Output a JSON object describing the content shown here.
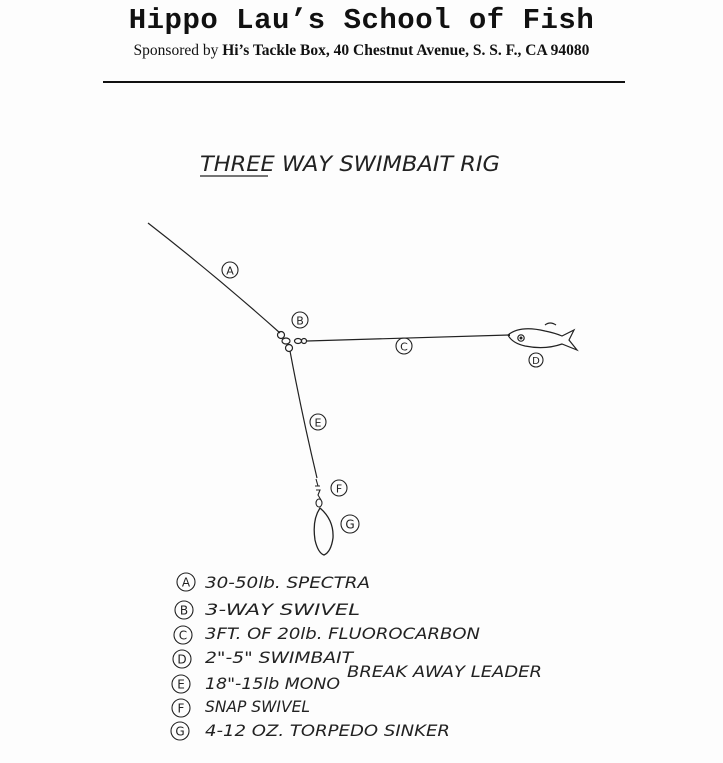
{
  "header": {
    "title": "Hippo Lau’s School of Fish",
    "sponsor_prefix": "Sponsored by ",
    "sponsor_bold": "Hi’s Tackle Box, 40 Chestnut Avenue, S. S. F., CA 94080"
  },
  "diagram": {
    "title": "THREE WAY SWIMBAIT RIG",
    "callouts": {
      "a": "A",
      "b": "B",
      "c": "C",
      "d": "D",
      "e": "E",
      "f": "F",
      "g": "G"
    }
  },
  "legend": [
    {
      "key": "A",
      "text": "30-50lb. SPECTRA"
    },
    {
      "key": "B",
      "text": "3-WAY SWIVEL"
    },
    {
      "key": "C",
      "text": "3FT. OF 20lb. FLUOROCARBON"
    },
    {
      "key": "D",
      "text": "2\"-5\" SWIMBAIT"
    },
    {
      "key": "E",
      "text": "18\"-15lb MONO",
      "extra": "BREAK AWAY LEADER"
    },
    {
      "key": "F",
      "text": "SNAP SWIVEL"
    },
    {
      "key": "G",
      "text": "4-12 OZ. TORPEDO SINKER"
    }
  ]
}
